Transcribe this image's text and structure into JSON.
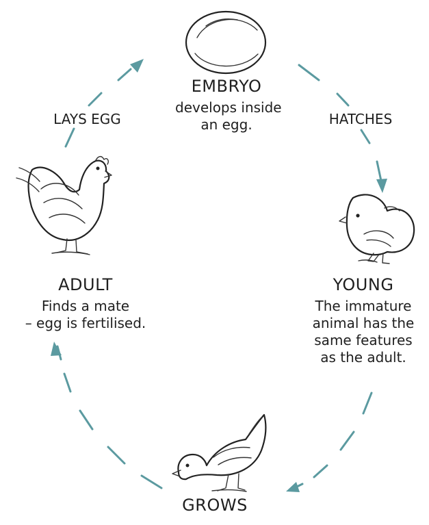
{
  "stages": {
    "embryo": {
      "title": "EMBRYO",
      "description_line1": "develops inside",
      "description_line2": "an egg."
    },
    "young": {
      "title": "YOUNG",
      "description_line1": "The immature",
      "description_line2": "animal has the",
      "description_line3": "same features",
      "description_line4": "as the adult."
    },
    "grows": {
      "title": "GROWS"
    },
    "adult": {
      "title": "ADULT",
      "description_line1": "Finds a mate",
      "description_line2": "– egg is fertilised."
    }
  },
  "transitions": {
    "hatches": "HATCHES",
    "lays_egg": "LAYS EGG"
  },
  "colors": {
    "arrow": "#5b9aa0",
    "ink": "#1f1f1f"
  },
  "icons": {
    "egg": "egg-icon",
    "chick": "chick-icon",
    "young_hen": "young-hen-icon",
    "adult_hen": "adult-hen-icon"
  }
}
